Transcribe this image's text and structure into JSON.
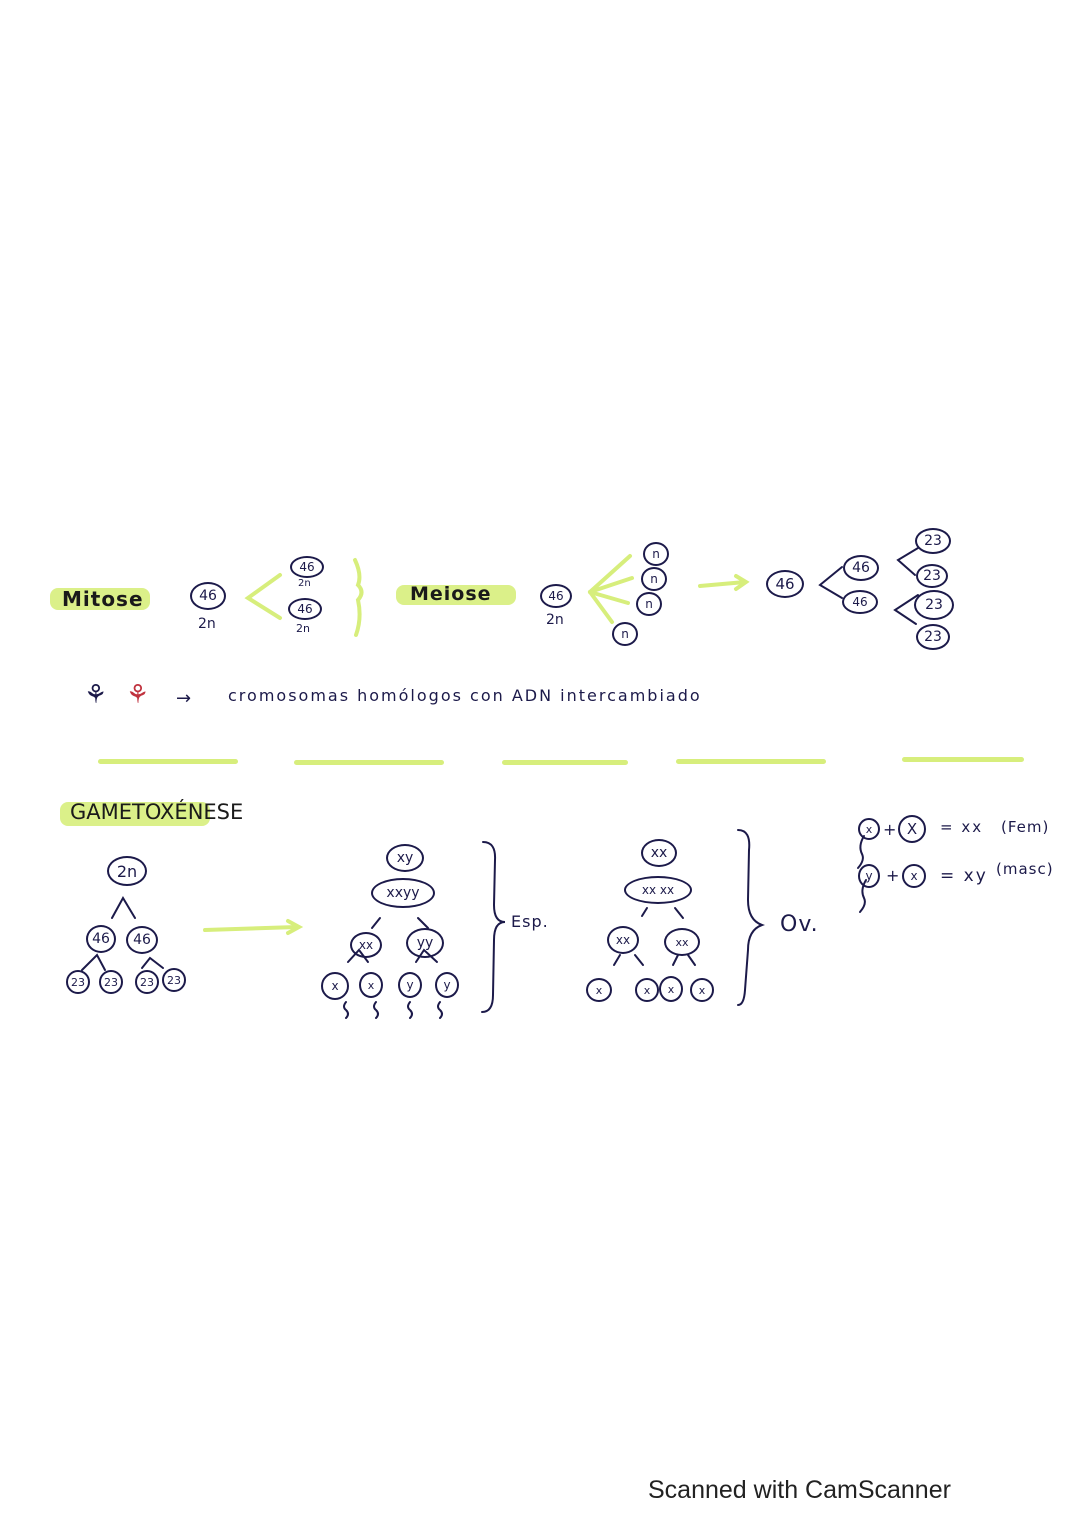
{
  "mitosis": {
    "title": "Mitose",
    "parent": {
      "value": "46",
      "ploidy": "2n"
    },
    "children": [
      {
        "value": "46",
        "ploidy": "2n"
      },
      {
        "value": "46",
        "ploidy": "2n"
      }
    ]
  },
  "meiosis": {
    "title": "Meiose",
    "parent": {
      "value": "46",
      "ploidy": "2n"
    },
    "products": [
      "n",
      "n",
      "n",
      "n"
    ],
    "tree": {
      "root": "46",
      "level1": [
        "46",
        "46"
      ],
      "level2": [
        "23",
        "23",
        "23",
        "23"
      ]
    }
  },
  "crossover_note": {
    "text": "cromosomas homólogos con ADN intercambiado",
    "arrow": "→",
    "colors": {
      "chromosome_a": "#1c1a4a",
      "chromosome_b": "#c0333f"
    }
  },
  "gametogenesis": {
    "title": "GAMETOXÉNESE",
    "general_tree": {
      "root": "2n",
      "level1": [
        "46",
        "46"
      ],
      "level2": [
        "23",
        "23",
        "23",
        "23"
      ]
    },
    "spermatogenesis": {
      "label": "Esp.",
      "root": "xy",
      "duplicated": "xxyy",
      "level1": [
        "xx",
        "yy"
      ],
      "level2": [
        "x",
        "x",
        "y",
        "y"
      ]
    },
    "oogenesis": {
      "label": "Ov.",
      "root": "xx",
      "duplicated": "xx xx",
      "level1": [
        "xx",
        "xx"
      ],
      "level2": [
        "x",
        "x",
        "x",
        "x"
      ]
    },
    "fertilization": [
      {
        "sperm": "x",
        "egg": "X",
        "result": "= xx",
        "sex": "(Fem)"
      },
      {
        "sperm": "y",
        "egg": "x",
        "result": "= xy",
        "sex": "(masc)"
      }
    ]
  },
  "footer": {
    "text": "Scanned with CamScanner"
  },
  "colors": {
    "highlight": "#d7ee7c",
    "ink": "#1c1a4a"
  }
}
